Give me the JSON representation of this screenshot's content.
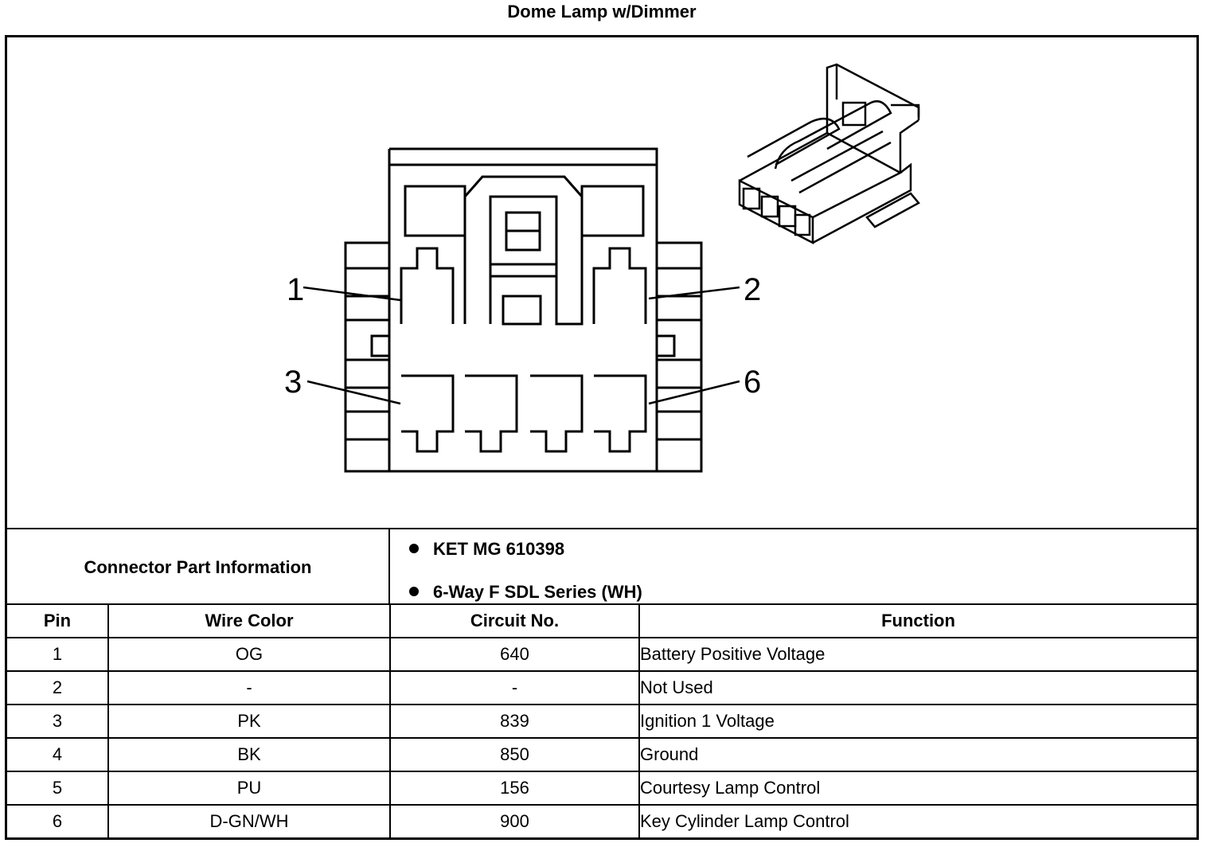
{
  "title": "Dome Lamp w/Dimmer",
  "pin_callouts": [
    "1",
    "2",
    "3",
    "6"
  ],
  "connector_info": {
    "label": "Connector Part Information",
    "items": [
      "KET MG 610398",
      "6-Way F SDL Series (WH)"
    ]
  },
  "table": {
    "headers": {
      "pin": "Pin",
      "wire_color": "Wire Color",
      "circuit": "Circuit No.",
      "function": "Function"
    },
    "rows": [
      {
        "pin": "1",
        "wire_color": "OG",
        "circuit": "640",
        "function": "Battery Positive Voltage"
      },
      {
        "pin": "2",
        "wire_color": "-",
        "circuit": "-",
        "function": "Not Used"
      },
      {
        "pin": "3",
        "wire_color": "PK",
        "circuit": "839",
        "function": "Ignition 1 Voltage"
      },
      {
        "pin": "4",
        "wire_color": "BK",
        "circuit": "850",
        "function": "Ground"
      },
      {
        "pin": "5",
        "wire_color": "PU",
        "circuit": "156",
        "function": "Courtesy Lamp Control"
      },
      {
        "pin": "6",
        "wire_color": "D-GN/WH",
        "circuit": "900",
        "function": "Key Cylinder Lamp Control"
      }
    ]
  }
}
